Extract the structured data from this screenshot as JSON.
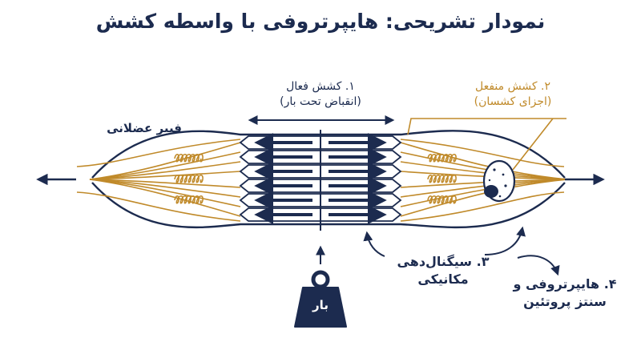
{
  "title": "نمودار تشریحی: هایپرتروفی با واسطه کشش",
  "labels": {
    "muscle_fiber": "فیبر عضلانی",
    "active_tension_line1": "۱. کشش فعال",
    "active_tension_line2": "(انقباض تحت بار)",
    "passive_tension_line1": "۲. کشش منفعل",
    "passive_tension_line2": "(اجزای کشسان)",
    "mechanical_signaling_line1": "۳. سیگنال‌دهی",
    "mechanical_signaling_line2": "مکانیکی",
    "hypertrophy_line1": "۴. هایپرتروفی و",
    "hypertrophy_line2": "سنتز پروتئین",
    "load": "بار"
  },
  "colors": {
    "navy": "#1c2b4f",
    "gold": "#c08a2a",
    "background": "#ffffff"
  }
}
